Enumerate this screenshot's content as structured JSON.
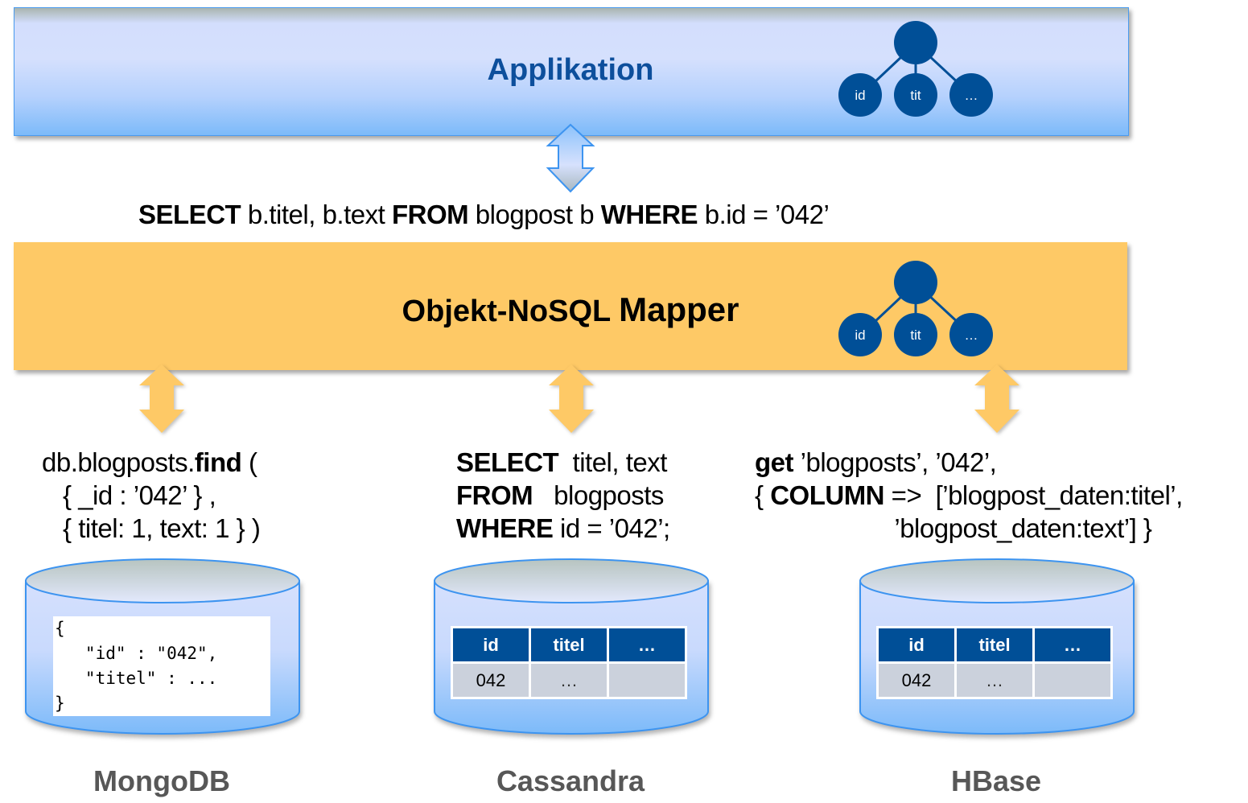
{
  "colors": {
    "app_layer_top": "#d3defd",
    "app_layer_bottom": "#7cbaf9",
    "app_title": "#0d4f9c",
    "mapper_layer": "#fec966",
    "node_fill": "#004f97",
    "table_header": "#004f97",
    "table_cell": "#cbd1dc",
    "db_label": "#575757"
  },
  "application": {
    "title": "Applikation",
    "tree": {
      "root": "",
      "children": [
        "id",
        "tit",
        "…"
      ]
    }
  },
  "sql_query": {
    "parts": [
      {
        "text": "SELECT",
        "bold": true
      },
      {
        "text": " b.titel, b.text ",
        "bold": false
      },
      {
        "text": "FROM",
        "bold": true
      },
      {
        "text": " blogpost b ",
        "bold": false
      },
      {
        "text": "WHERE",
        "bold": true
      },
      {
        "text": " b.id = ’042’",
        "bold": false
      }
    ]
  },
  "mapper": {
    "title_part1": "Objekt-NoSQL ",
    "title_part2": "Mapper",
    "tree": {
      "root": "",
      "children": [
        "id",
        "tit",
        "…"
      ]
    }
  },
  "databases": [
    {
      "name": "MongoDB",
      "query": {
        "line1_a": "db.blogposts.",
        "line1_kw": "find",
        "line1_b": " (",
        "line2": "   { _id : ’042’ } ,",
        "line3": "   { titel: 1, text: 1 } )"
      },
      "document": [
        "{",
        "   \"id\" : \"042\",",
        "   \"titel\" : ...",
        "}"
      ]
    },
    {
      "name": "Cassandra",
      "query": {
        "line1_kw": "SELECT",
        "line1_b": "  titel, text",
        "line2_kw": "FROM",
        "line2_b": "   blogposts",
        "line3_kw": "WHERE",
        "line3_b": " id = ’042’;"
      },
      "table": {
        "headers": [
          "id",
          "titel",
          "…"
        ],
        "rows": [
          [
            "042",
            "…",
            ""
          ]
        ]
      }
    },
    {
      "name": "HBase",
      "query": {
        "line1_kw": "get",
        "line1_b": " ’blogposts’, ’042’,",
        "line2_a": "{ ",
        "line2_kw": "COLUMN",
        "line2_b": " =>  [’blogpost_daten:titel’,",
        "line3": "                    ’blogpost_daten:text’] }"
      },
      "table": {
        "headers": [
          "id",
          "titel",
          "…"
        ],
        "rows": [
          [
            "042",
            "…",
            ""
          ]
        ]
      }
    }
  ]
}
